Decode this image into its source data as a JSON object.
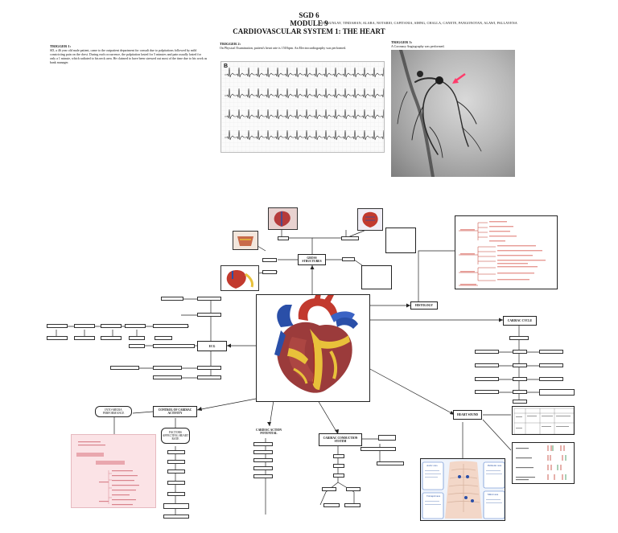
{
  "header": {
    "line1": "SGD 6",
    "line2": "MODULE 9",
    "line3": "CARDIOVASCULAR SYSTEM 1: THE HEART",
    "authors": "DAGUNLAY, TINDAHAN, ALABA, NOTARIO, CAPITANIA, SIHNG, CHALLA, CANETE, PANGONOTAN, ALAWI, PALLAYENA"
  },
  "trigger1": {
    "heading": "TRIGGER 1:",
    "text": "SD, a 46 year old male patient, came to the outpatient department for consult due to palpitations followed by mild constricting pain on the chest. During each occurrence, the palpitation lasted for 5 minutes and pain usually lasted for only a 1 minute, which radiated to his neck area. He claimed to have been stressed out most of the time due to his work as bank manager."
  },
  "trigger2": {
    "heading": "TRIGGER 2:",
    "text": "On Physical Examination, patient's heart rate is 150/bpm. An Electrocardiography was performed.",
    "ecg_label": "B"
  },
  "trigger3": {
    "heading": "TRIGGER 3:",
    "text": "A Coronary Angiography was performed."
  },
  "map": {
    "gross": "GROSS STRUCTURES",
    "histology": "HISTOLOGY",
    "cardiac_cycle": "CARDIAC CYCLE",
    "ecg": "ECG",
    "control": "CONTROL OF CARDIAC ACTIVITY",
    "inotropic": "INTO-MEDIA PERFORMANCE",
    "factors": "FACTORS AFFECTING HEART RATE",
    "action_potential": "CARDIAC ACTION POTENTIAL",
    "conduction": "CARDIAC CONDUCTION SYSTEM",
    "heart_sound": "HEART SOUND"
  },
  "auscultation": {
    "aortic": "Aortic area",
    "pulmonic": "Pulmonic area",
    "tricuspid": "Tricuspid area",
    "mitral": "Mitral area"
  },
  "colors": {
    "red_text": "#c0392b",
    "pink_panel": "#fbe3e6",
    "myocardium": "#9b3b3b",
    "coronary": "#e8c13a",
    "vessel_blue": "#2a4fa8"
  }
}
